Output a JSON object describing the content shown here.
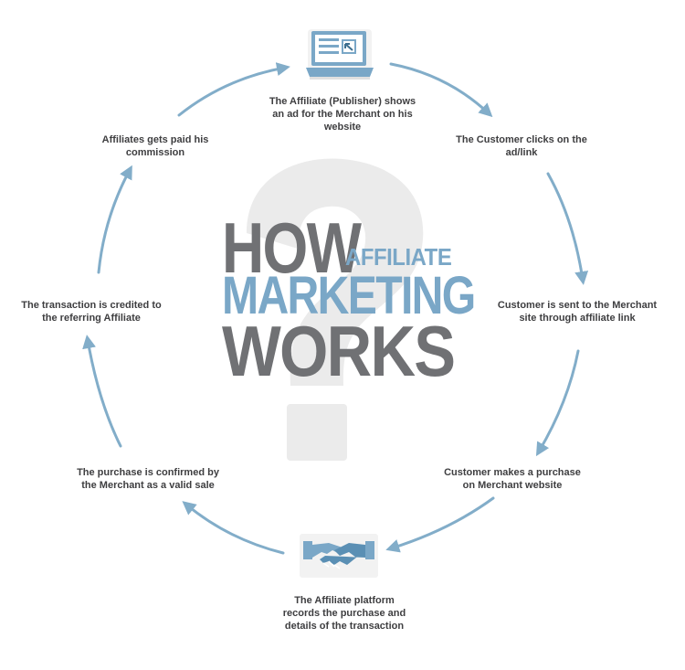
{
  "title": {
    "word1": "HOW",
    "word2": "AFFILIATE",
    "word3": "MARKETING",
    "word4": "WORKS"
  },
  "steps": [
    {
      "text": "The Affiliate (Publisher) shows an ad for the Merchant on his website"
    },
    {
      "text": "The Customer clicks on the ad/link"
    },
    {
      "text": "Customer is sent to the Merchant site through affiliate link"
    },
    {
      "text": "Customer makes a purchase on Merchant website"
    },
    {
      "text": "The Affiliate platform records the purchase and details of the transaction"
    },
    {
      "text": "The purchase is confirmed by the Merchant as a valid sale"
    },
    {
      "text": "The transaction is credited to the referring Affiliate"
    },
    {
      "text": "Affiliates gets paid his commission"
    }
  ],
  "icons": {
    "top": "laptop-icon",
    "bottom": "handshake-icon",
    "background": "question-mark-icon"
  },
  "colors": {
    "accent": "#7aa7c7",
    "dark_title": "#707174",
    "text": "#3e3e40",
    "arrow": "#82adc9",
    "question_mark": "#ebebeb"
  }
}
